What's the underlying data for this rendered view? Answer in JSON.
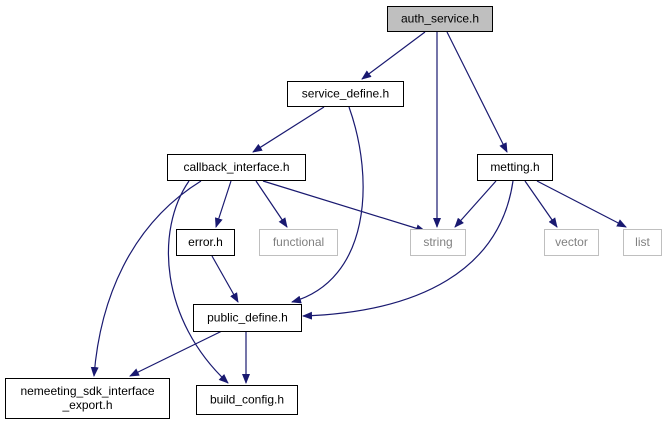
{
  "graph": {
    "colors": {
      "edge": "#191970",
      "border": "#000000",
      "external_border": "#bfbfbf",
      "root_fill": "#bfbfbf",
      "node_fill": "#ffffff",
      "external_text": "#808080"
    },
    "nodes": [
      {
        "id": "auth_service",
        "lines": [
          "auth_service.h"
        ],
        "kind": "root"
      },
      {
        "id": "service_define",
        "lines": [
          "service_define.h"
        ],
        "kind": "normal"
      },
      {
        "id": "callback_interface",
        "lines": [
          "callback_interface.h"
        ],
        "kind": "normal"
      },
      {
        "id": "metting",
        "lines": [
          "metting.h"
        ],
        "kind": "normal"
      },
      {
        "id": "error",
        "lines": [
          "error.h"
        ],
        "kind": "normal"
      },
      {
        "id": "functional",
        "lines": [
          "functional"
        ],
        "kind": "external"
      },
      {
        "id": "string",
        "lines": [
          "string"
        ],
        "kind": "external"
      },
      {
        "id": "vector",
        "lines": [
          "vector"
        ],
        "kind": "external"
      },
      {
        "id": "list",
        "lines": [
          "list"
        ],
        "kind": "external"
      },
      {
        "id": "public_define",
        "lines": [
          "public_define.h"
        ],
        "kind": "normal"
      },
      {
        "id": "nemeeting_sdk",
        "lines": [
          "nemeeting_sdk_interface",
          "_export.h"
        ],
        "kind": "normal"
      },
      {
        "id": "build_config",
        "lines": [
          "build_config.h"
        ],
        "kind": "normal"
      }
    ],
    "edges": [
      {
        "from": "auth_service",
        "to": "service_define"
      },
      {
        "from": "auth_service",
        "to": "string"
      },
      {
        "from": "auth_service",
        "to": "metting"
      },
      {
        "from": "service_define",
        "to": "callback_interface"
      },
      {
        "from": "service_define",
        "to": "public_define"
      },
      {
        "from": "callback_interface",
        "to": "error"
      },
      {
        "from": "callback_interface",
        "to": "functional"
      },
      {
        "from": "callback_interface",
        "to": "string"
      },
      {
        "from": "callback_interface",
        "to": "nemeeting_sdk"
      },
      {
        "from": "callback_interface",
        "to": "build_config"
      },
      {
        "from": "metting",
        "to": "string"
      },
      {
        "from": "metting",
        "to": "vector"
      },
      {
        "from": "metting",
        "to": "list"
      },
      {
        "from": "metting",
        "to": "public_define"
      },
      {
        "from": "error",
        "to": "public_define"
      },
      {
        "from": "public_define",
        "to": "nemeeting_sdk"
      },
      {
        "from": "public_define",
        "to": "build_config"
      }
    ]
  }
}
